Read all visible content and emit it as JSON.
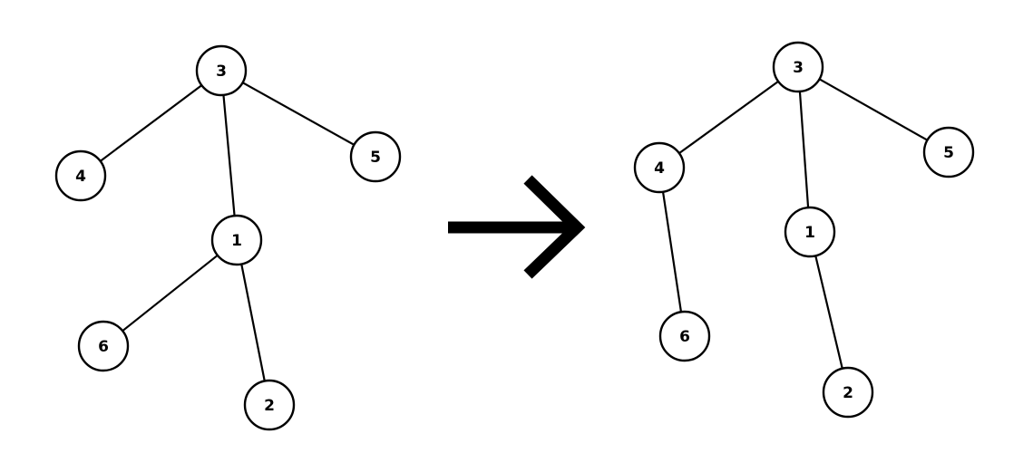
{
  "colors": {
    "stroke": "#000000",
    "node_fill": "#ffffff",
    "background": "#ffffff"
  },
  "transform_arrow": {
    "icon": "arrow-right-icon",
    "direction": "right"
  },
  "trees": [
    {
      "id": "before",
      "nodes": [
        {
          "id": "3",
          "label": "3"
        },
        {
          "id": "4",
          "label": "4"
        },
        {
          "id": "5",
          "label": "5"
        },
        {
          "id": "1",
          "label": "1"
        },
        {
          "id": "6",
          "label": "6"
        },
        {
          "id": "2",
          "label": "2"
        }
      ],
      "edges": [
        {
          "from": "3",
          "to": "4"
        },
        {
          "from": "3",
          "to": "1"
        },
        {
          "from": "3",
          "to": "5"
        },
        {
          "from": "1",
          "to": "6"
        },
        {
          "from": "1",
          "to": "2"
        }
      ]
    },
    {
      "id": "after",
      "nodes": [
        {
          "id": "3",
          "label": "3"
        },
        {
          "id": "4",
          "label": "4"
        },
        {
          "id": "5",
          "label": "5"
        },
        {
          "id": "1",
          "label": "1"
        },
        {
          "id": "6",
          "label": "6"
        },
        {
          "id": "2",
          "label": "2"
        }
      ],
      "edges": [
        {
          "from": "3",
          "to": "4"
        },
        {
          "from": "3",
          "to": "1"
        },
        {
          "from": "3",
          "to": "5"
        },
        {
          "from": "4",
          "to": "6"
        },
        {
          "from": "1",
          "to": "2"
        }
      ]
    }
  ]
}
